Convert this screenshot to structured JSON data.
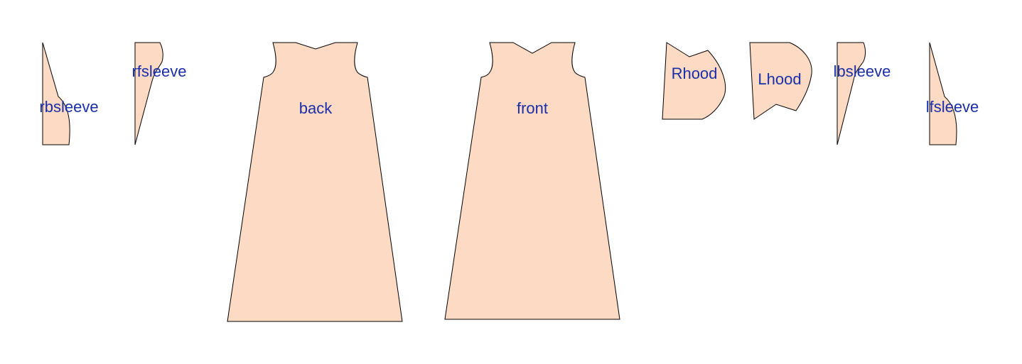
{
  "colors": {
    "fabric": "#fddac3",
    "outline": "#000000",
    "label": "#1a2ea8"
  },
  "pieces": {
    "rbsleeve": {
      "label": "rbsleeve"
    },
    "rfsleeve": {
      "label": "rfsleeve"
    },
    "back": {
      "label": "back"
    },
    "front": {
      "label": "front"
    },
    "rhood": {
      "label": "Rhood"
    },
    "lhood": {
      "label": "Lhood"
    },
    "lbsleeve": {
      "label": "lbsleeve"
    },
    "lfsleeve": {
      "label": "lfsleeve"
    }
  }
}
